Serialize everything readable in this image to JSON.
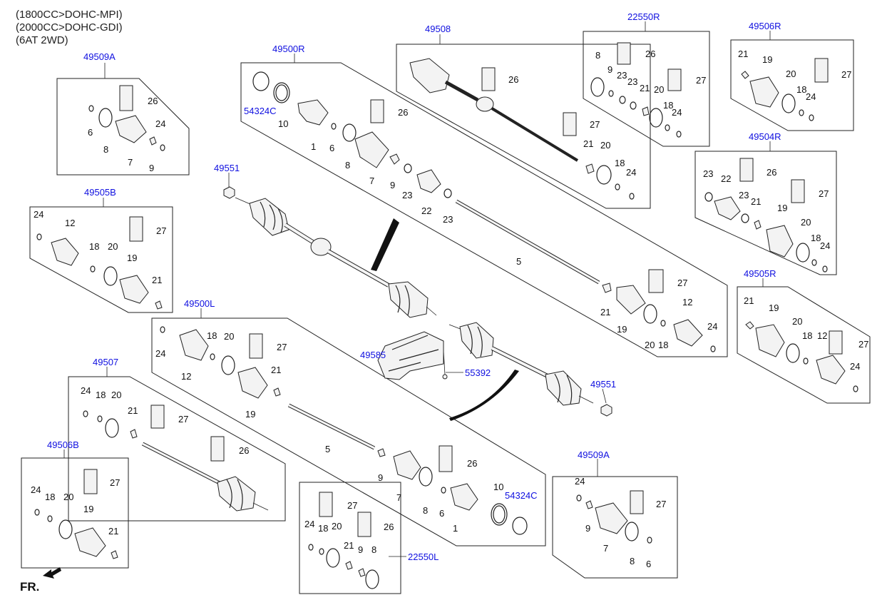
{
  "header_notes": [
    "(1800CC>DOHC-MPI)",
    "(2000CC>DOHC-GDI)",
    "(6AT 2WD)"
  ],
  "assemblies": {
    "a_49500R": "49500R",
    "a_49500L": "49500L",
    "a_49508": "49508",
    "a_49507": "49507",
    "a_22550R": "22550R",
    "a_22550L": "22550L",
    "a_49506R": "49506R",
    "a_49506B": "49506B",
    "a_49509A_top": "49509A",
    "a_49509A_bot": "49509A",
    "a_49505B": "49505B",
    "a_49505R": "49505R",
    "a_49504R": "49504R",
    "a_49551_top": "49551",
    "a_49551_bot": "49551",
    "a_49585": "49585",
    "a_55392": "55392",
    "a_54324C_top": "54324C",
    "a_54324C_bot": "54324C"
  },
  "part_numbers": {
    "p1": "1",
    "p5": "5",
    "p6": "6",
    "p7": "7",
    "p8": "8",
    "p9": "9",
    "p10": "10",
    "p12": "12",
    "p18": "18",
    "p19": "19",
    "p20": "20",
    "p21": "21",
    "p22": "22",
    "p23": "23",
    "p24": "24",
    "p26": "26",
    "p27": "27"
  },
  "direction_label": "FR.",
  "colors": {
    "link_blue": "#1010e0",
    "line": "#222222"
  }
}
